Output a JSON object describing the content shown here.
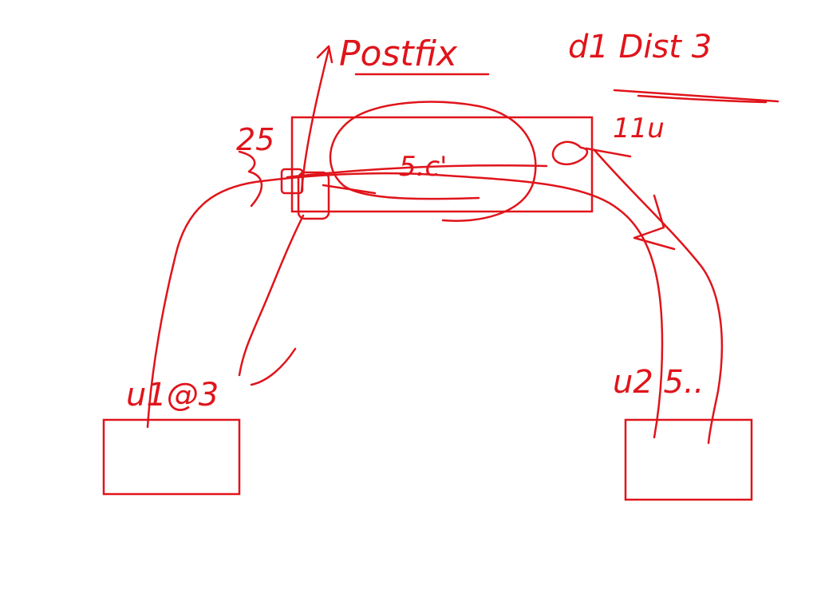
{
  "ink_color": "#e0141b",
  "background_color": "#ffffff",
  "labels": {
    "postfix": "Postfix",
    "distance": "d1 Dist 3",
    "node_mid": "5.c'",
    "left_num": "25",
    "right_num": "11u",
    "left_link": "u1@3",
    "right_link": "u2 5.."
  }
}
